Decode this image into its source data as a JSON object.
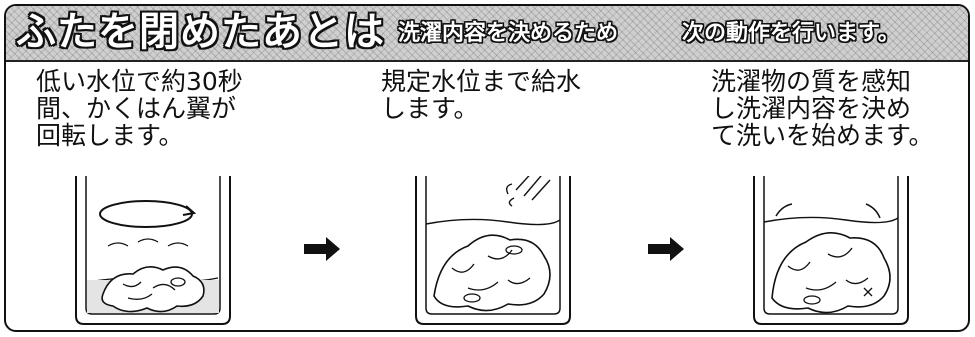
{
  "header": {
    "title": "ふたを閉めたあとは",
    "subtitle_1": "洗濯内容を決めるため",
    "subtitle_2": "次の動作を行います。"
  },
  "steps": [
    {
      "lines": [
        "低い水位で約30秒",
        "間、かくはん翼が",
        "回転します。"
      ]
    },
    {
      "lines": [
        "規定水位まで給水",
        "します。"
      ]
    },
    {
      "lines": [
        "洗濯物の質を感知",
        "し洗濯内容を決め",
        "て洗いを始めます。"
      ]
    }
  ]
}
